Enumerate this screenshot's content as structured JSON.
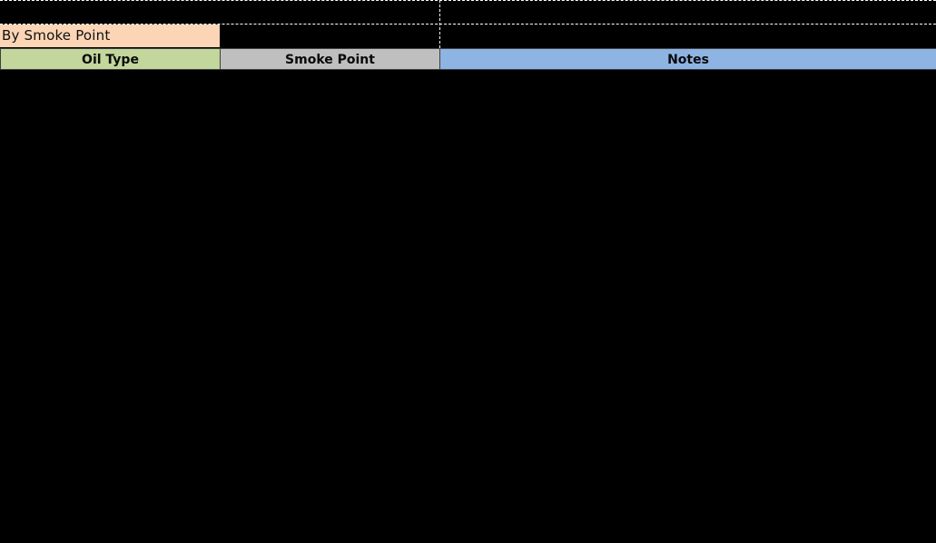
{
  "sheet": {
    "background_color": "#000000",
    "gridline_color": "#ffffff",
    "title_row": {
      "label": "By Smoke Point",
      "fill_color": "#fbd5b5",
      "text_color": "#101010"
    },
    "table": {
      "columns": [
        {
          "name": "oil-type",
          "label": "Oil Type",
          "fill_color": "#c3d69b",
          "text_color": "#0a0a0a"
        },
        {
          "name": "smoke-point",
          "label": "Smoke Point",
          "fill_color": "#bfbfbf",
          "text_color": "#0a0a0a"
        },
        {
          "name": "notes",
          "label": "Notes",
          "fill_color": "#8eb4e3",
          "text_color": "#0a0a0a"
        }
      ],
      "rows": []
    }
  }
}
